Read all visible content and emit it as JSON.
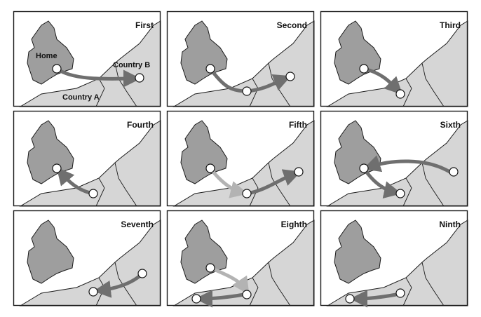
{
  "figure": {
    "colors": {
      "land_far": "#d6d6d6",
      "home_island": "#9e9e9e",
      "border": "#1a1a1a",
      "move_arrow": "#6f6f6f",
      "first_leg_arrow": "#b3b3b3",
      "location_marker": "#ffffff"
    },
    "labels": {
      "home": "Home",
      "country_a": "Country A",
      "country_b": "Country B"
    },
    "panels": [
      {
        "title": "First"
      },
      {
        "title": "Second"
      },
      {
        "title": "Third"
      },
      {
        "title": "Fourth"
      },
      {
        "title": "Fifth"
      },
      {
        "title": "Sixth"
      },
      {
        "title": "Seventh"
      },
      {
        "title": "Eighth"
      },
      {
        "title": "Ninth"
      }
    ]
  }
}
